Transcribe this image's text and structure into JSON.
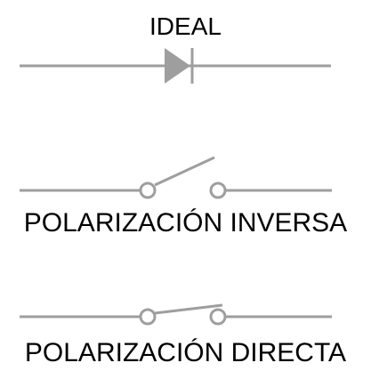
{
  "diagram": {
    "ideal": {
      "label": "IDEAL",
      "symbol": "diode-icon"
    },
    "reverse_bias": {
      "label": "POLARIZACIÓN INVERSA",
      "symbol": "open-switch-icon"
    },
    "forward_bias": {
      "label": "POLARIZACIÓN DIRECTA",
      "symbol": "closed-switch-icon"
    },
    "colors": {
      "symbol_stroke": "#9e9e9e",
      "symbol_fill": "#9e9e9e",
      "label_text": "#000000",
      "background": "#ffffff"
    }
  }
}
